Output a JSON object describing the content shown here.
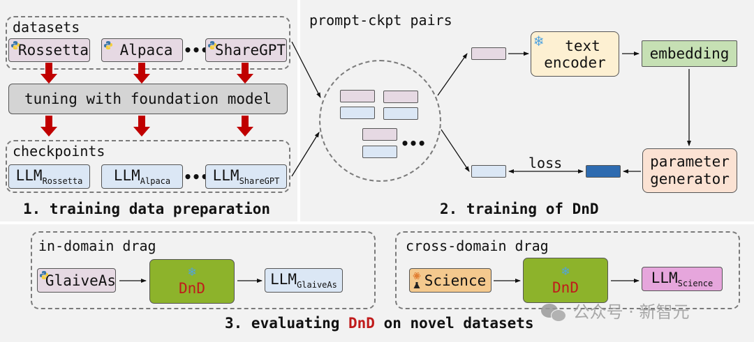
{
  "panel1": {
    "datasets_label": "datasets",
    "datasets": [
      "Rossetta",
      "Alpaca",
      "ShareGPT"
    ],
    "ellipsis": "•••",
    "tuning_label": "tuning with foundation model",
    "checkpoints_label": "checkpoints",
    "checkpoints": [
      {
        "base": "LLM",
        "sub": "Rossetta"
      },
      {
        "base": "LLM",
        "sub": "Alpaca"
      },
      {
        "base": "LLM",
        "sub": "ShareGPT"
      }
    ],
    "title": "1. training data preparation"
  },
  "panel2": {
    "pairs_label": "prompt-ckpt pairs",
    "ellipsis": "•••",
    "text_encoder": "text\nencoder",
    "text_encoder_line1": "text",
    "text_encoder_line2": "encoder",
    "embedding": "embedding",
    "loss": "loss",
    "param_gen_line1": "parameter",
    "param_gen_line2": "generator",
    "title": "2. training of DnD"
  },
  "panel3": {
    "in_domain": {
      "label": "in-domain drag",
      "input": "GlaiveAs",
      "model": "DnD",
      "output": {
        "base": "LLM",
        "sub": "GlaiveAs"
      }
    },
    "cross_domain": {
      "label": "cross-domain drag",
      "input": "Science",
      "model": "DnD",
      "output": {
        "base": "LLM",
        "sub": "Science"
      }
    },
    "title_prefix": "3. evaluating ",
    "title_highlight": "DnD",
    "title_suffix": " on novel datasets"
  },
  "icons": {
    "snowflake": "❄",
    "python": "python-icon",
    "science": "science-icon"
  },
  "watermark": "公众号 · 新智元",
  "colors": {
    "panel_bg": "#f2f2f2",
    "dataset_box": "#e6d9e3",
    "checkpoint_box": "#dbe7f5",
    "tuning_box": "#d4d4d4",
    "red_arrow": "#c00000",
    "text_encoder": "#fdf0d2",
    "embedding": "#c6e0b4",
    "param_gen": "#fbe2d3",
    "pred_param": "#2e6bb0",
    "dnd_box": "#8db32b",
    "dnd_text": "#c01b1b",
    "science_box": "#f4c98e",
    "llm_science": "#e6a6dc"
  }
}
